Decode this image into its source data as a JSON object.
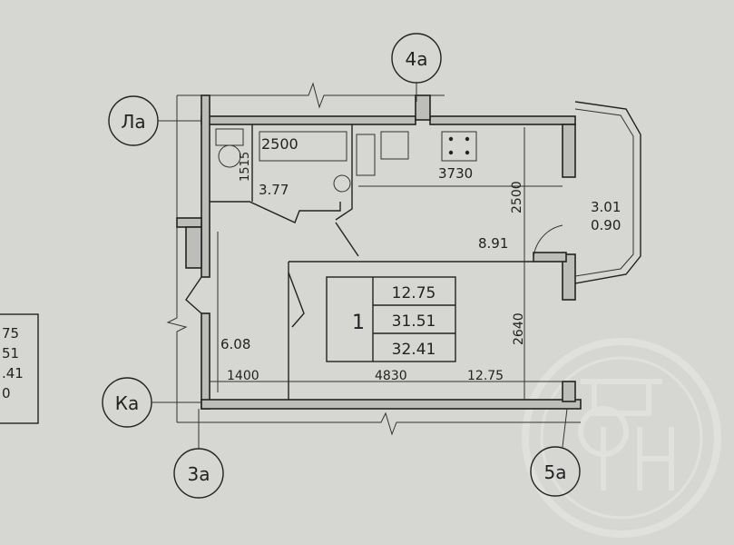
{
  "axes": {
    "a4": "4а",
    "la": "Ла",
    "ka": "Ка",
    "a3": "3а",
    "a5": "5а"
  },
  "dimensions": {
    "bath_length": "2500",
    "bath_width": "1515",
    "bathroom_area": "3.77",
    "kitchen_length": "3730",
    "kitchen_width": "2500",
    "kitchen_area": "8.91",
    "balcony_area": "3.01",
    "balcony_coef": "0.90",
    "hall_area": "6.08",
    "hall_width": "1400",
    "room_length": "4830",
    "room_area": "12.75",
    "room_width": "2640"
  },
  "summary_table": {
    "rooms": "1",
    "living_area": "12.75",
    "total_area": "31.51",
    "total_with_balcony": "32.41"
  },
  "left_table_fragment": [
    "75",
    "51",
    ".41",
    "0"
  ],
  "watermark": "ФН"
}
